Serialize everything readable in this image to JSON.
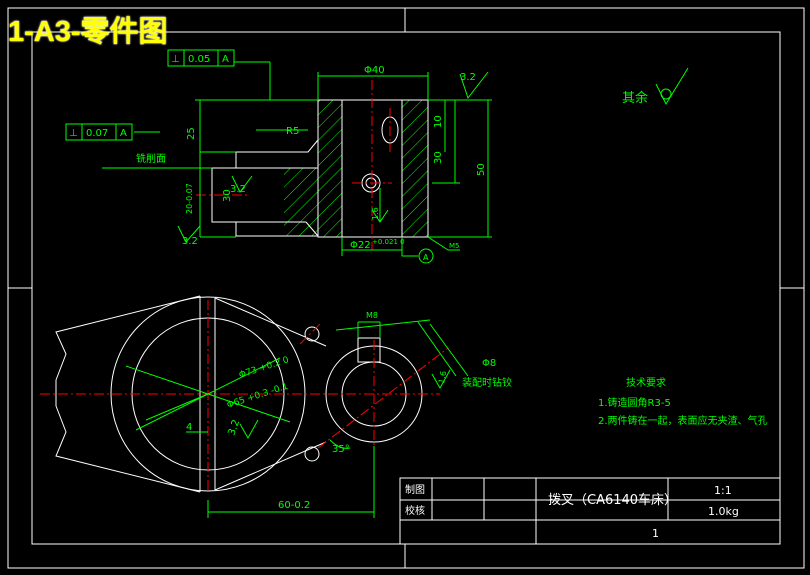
{
  "title_badge": "1-A3-零件图",
  "colors": {
    "outline": "#ffffff",
    "green": "#00ff00",
    "red": "#ff0000",
    "badge": "#ffff00",
    "background": "#000000"
  },
  "view_top": {
    "tol_box_1": {
      "symbol": "⊥",
      "value": "0.05",
      "datum": "A"
    },
    "tol_box_2": {
      "symbol": "⊥",
      "value": "0.07",
      "datum": "A"
    },
    "dim_phi40": "Φ40",
    "dim_25": "25",
    "dim_r5": "R5",
    "dim_10": "10",
    "dim_30_right": "30",
    "dim_50": "50",
    "dim_30_left": "30",
    "dim_20": "20-0.07",
    "dim_phi22": "Φ22",
    "dim_phi22_tol": "+0.021 0",
    "dim_m": "M5",
    "label_mill": "铣削面",
    "rough_32_a": "3.2",
    "rough_32_b": "3.2",
    "rough_32_c": "3.2",
    "rough_16": "1.6",
    "datum_a": "A"
  },
  "view_main": {
    "dim_m8": "M8",
    "dim_phi8": "Φ8",
    "label_pin": "装配时钻铰",
    "dim_phi73": "Φ73 +0.2 0",
    "dim_phi65": "Φ65 +0.3 -0.1",
    "dim_4": "4",
    "rough_32": "3.2",
    "rough_16": "1.6",
    "dim_35": "35°",
    "dim_60": "60-0.2"
  },
  "rest_roughness": "其余",
  "tech_req": {
    "title": "技术要求",
    "items": [
      "1.铸造圆角R3-5",
      "2.两件铸在一起，表面应无夹渣、气孔"
    ]
  },
  "title_block": {
    "drawn_label": "制图",
    "checked_label": "校核",
    "part_name": "拨叉（CA6140车床）",
    "scale": "1:1",
    "weight": "1.0kg",
    "sheet": "1"
  }
}
